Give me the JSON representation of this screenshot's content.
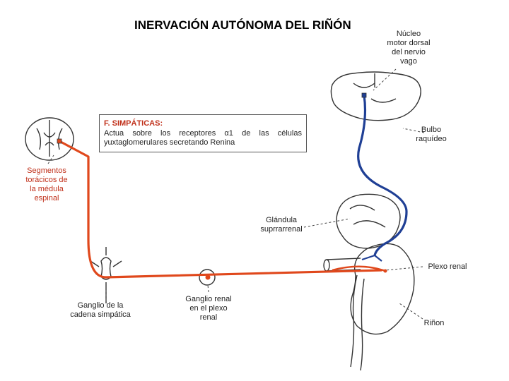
{
  "title": "INERVACIÓN AUTÓNOMA DEL RIÑÓN",
  "labels": {
    "nucleo": [
      "Núcleo",
      "motor dorsal",
      "del nervio",
      "vago"
    ],
    "bulbo": [
      "Bulbo",
      "raquídeo"
    ],
    "segmentos": [
      "Segmentos",
      "torácicos de",
      "la médula",
      "espinal"
    ],
    "glandula": [
      "Glándula",
      "suprrarrenal"
    ],
    "plexo": "Plexo renal",
    "ganglio_cadena": [
      "Ganglio de la",
      "cadena simpática"
    ],
    "ganglio_renal": [
      "Ganglio renal",
      "en el plexo",
      "renal"
    ],
    "rinon": "Riñon"
  },
  "box": {
    "title": "F. SIMPÁTICAS:",
    "text": "Actua sobre los receptores α1 de las células yuxtaglomerulares secretando Renina"
  },
  "colors": {
    "sympathetic": "#e0481c",
    "parasympathetic": "#1f3f95",
    "outline": "#333333"
  }
}
